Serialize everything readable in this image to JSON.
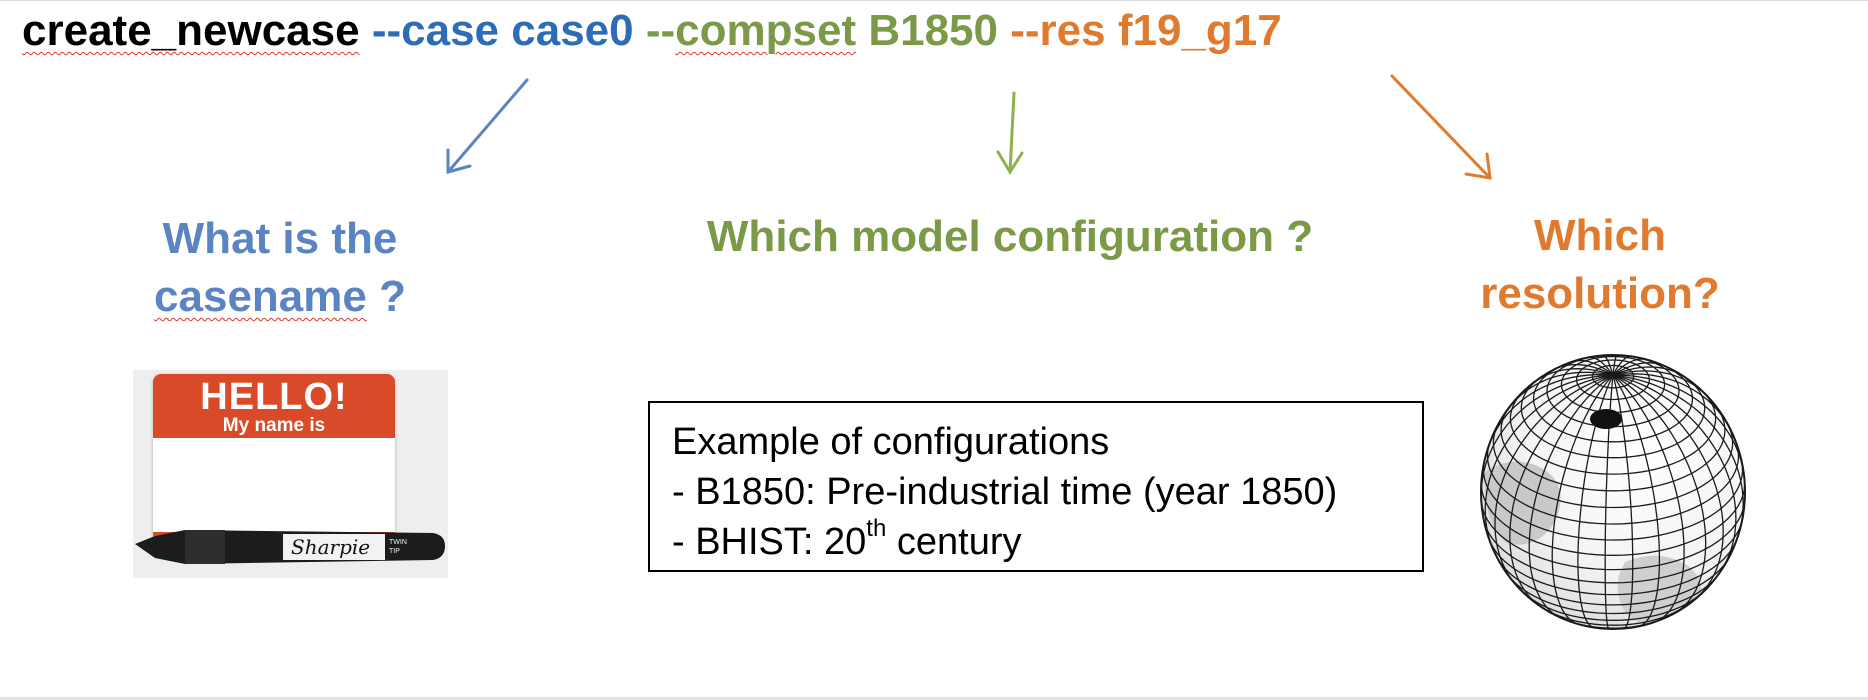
{
  "command": {
    "program": "create_newcase",
    "case_flag": "--case",
    "case_value": "case0",
    "compset_flag_prefix": "--",
    "compset_flag_word": "compset",
    "compset_value": "B1850",
    "res_flag": "--res",
    "res_value": "f19_g17"
  },
  "questions": {
    "case": {
      "line1": "What is the",
      "line2_word": "casename",
      "line2_rest": " ?"
    },
    "config": "Which model configuration ?",
    "resolution": {
      "line1": "Which",
      "line2": "resolution?"
    }
  },
  "name_tag": {
    "hello": "HELLO!",
    "my_name_is": "My name is",
    "marker_brand": "Sharpie",
    "marker_small1": "TWIN",
    "marker_small2": "TIP"
  },
  "config_examples": {
    "heading": "Example of configurations",
    "item1": "- B1850: Pre-industrial time (year 1850)",
    "item2_prefix": "- BHIST: 20",
    "item2_sup": "th",
    "item2_suffix": " century"
  },
  "colors": {
    "case": "#5a84c2",
    "config": "#7a9a48",
    "resolution": "#e07a2e",
    "spellcheck": "#e0302a",
    "tag_red": "#d94a28"
  },
  "icons": {
    "globe": "globe-grid-icon",
    "name_tag": "name-tag-image",
    "marker": "marker-pen-image"
  }
}
